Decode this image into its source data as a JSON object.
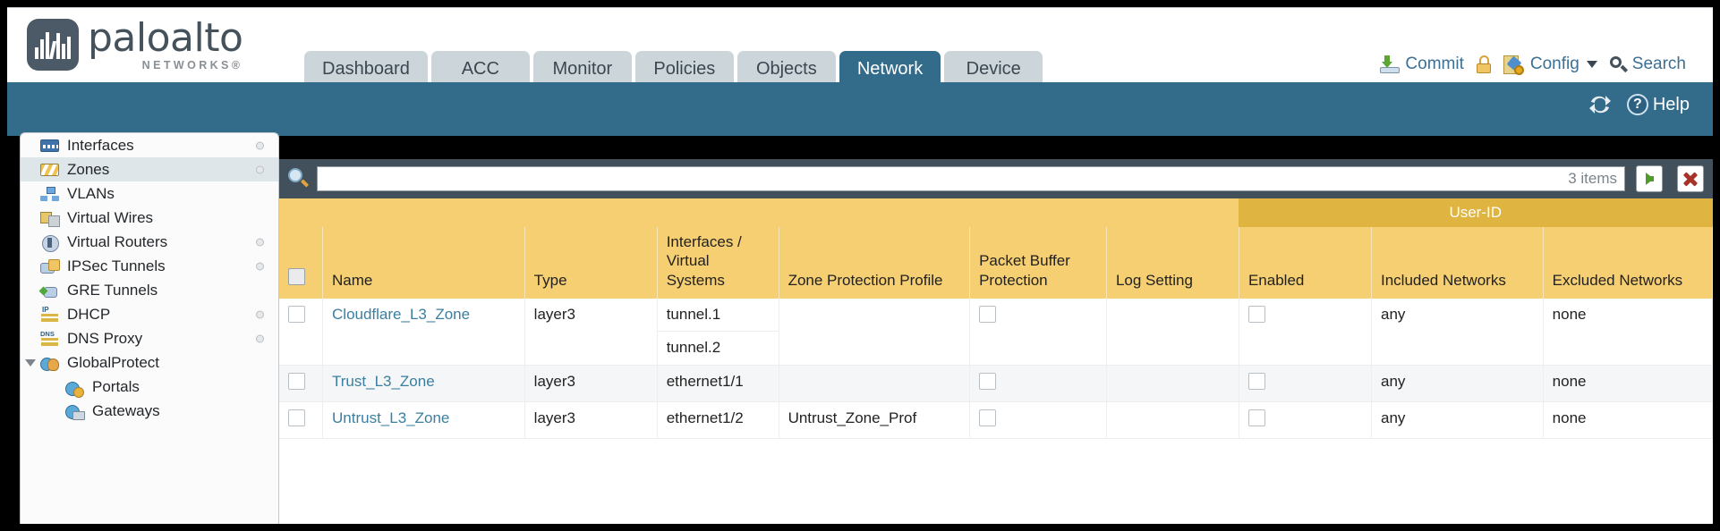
{
  "brand": {
    "name": "paloalto",
    "sub": "NETWORKS®"
  },
  "nav": {
    "tabs": [
      {
        "label": "Dashboard",
        "active": false
      },
      {
        "label": "ACC",
        "active": false
      },
      {
        "label": "Monitor",
        "active": false
      },
      {
        "label": "Policies",
        "active": false
      },
      {
        "label": "Objects",
        "active": false
      },
      {
        "label": "Network",
        "active": true
      },
      {
        "label": "Device",
        "active": false
      }
    ],
    "actions": {
      "commit": "Commit",
      "config": "Config",
      "search": "Search"
    }
  },
  "band": {
    "help": "Help"
  },
  "sidebar": {
    "items": [
      {
        "label": "Interfaces",
        "icon": "interfaces-icon",
        "selected": false,
        "dot": true,
        "indent": false,
        "expander": false
      },
      {
        "label": "Zones",
        "icon": "zones-icon",
        "selected": true,
        "dot": true,
        "indent": false,
        "expander": false
      },
      {
        "label": "VLANs",
        "icon": "vlans-icon",
        "selected": false,
        "dot": false,
        "indent": false,
        "expander": false
      },
      {
        "label": "Virtual Wires",
        "icon": "virtual-wires-icon",
        "selected": false,
        "dot": false,
        "indent": false,
        "expander": false
      },
      {
        "label": "Virtual Routers",
        "icon": "virtual-routers-icon",
        "selected": false,
        "dot": true,
        "indent": false,
        "expander": false
      },
      {
        "label": "IPSec Tunnels",
        "icon": "ipsec-tunnels-icon",
        "selected": false,
        "dot": true,
        "indent": false,
        "expander": false
      },
      {
        "label": "GRE Tunnels",
        "icon": "gre-tunnels-icon",
        "selected": false,
        "dot": false,
        "indent": false,
        "expander": false
      },
      {
        "label": "DHCP",
        "icon": "dhcp-icon",
        "selected": false,
        "dot": true,
        "indent": false,
        "expander": false
      },
      {
        "label": "DNS Proxy",
        "icon": "dns-proxy-icon",
        "selected": false,
        "dot": true,
        "indent": false,
        "expander": false
      },
      {
        "label": "GlobalProtect",
        "icon": "globalprotect-icon",
        "selected": false,
        "dot": false,
        "indent": false,
        "expander": true
      },
      {
        "label": "Portals",
        "icon": "portals-icon",
        "selected": false,
        "dot": false,
        "indent": true,
        "expander": false
      },
      {
        "label": "Gateways",
        "icon": "gateways-icon",
        "selected": false,
        "dot": false,
        "indent": true,
        "expander": false
      }
    ]
  },
  "search": {
    "value": "",
    "item_count": "3 items"
  },
  "table": {
    "group_header": "User-ID",
    "columns": [
      "Name",
      "Type",
      "Interfaces / Virtual Systems",
      "Zone Protection Profile",
      "Packet Buffer Protection",
      "Log Setting",
      "Enabled",
      "Included Networks",
      "Excluded Networks"
    ],
    "rows": [
      {
        "name": "Cloudflare_L3_Zone",
        "type": "layer3",
        "interfaces": [
          "tunnel.1",
          "tunnel.2"
        ],
        "zone_protection_profile": "",
        "packet_buffer_protection": false,
        "log_setting": "",
        "userid_enabled": false,
        "included_networks": "any",
        "excluded_networks": "none"
      },
      {
        "name": "Trust_L3_Zone",
        "type": "layer3",
        "interfaces": [
          "ethernet1/1"
        ],
        "zone_protection_profile": "",
        "packet_buffer_protection": false,
        "log_setting": "",
        "userid_enabled": false,
        "included_networks": "any",
        "excluded_networks": "none"
      },
      {
        "name": "Untrust_L3_Zone",
        "type": "layer3",
        "interfaces": [
          "ethernet1/2"
        ],
        "zone_protection_profile": "Untrust_Zone_Prof",
        "packet_buffer_protection": false,
        "log_setting": "",
        "userid_enabled": false,
        "included_networks": "any",
        "excluded_networks": "none"
      }
    ]
  },
  "colors": {
    "brand_blue": "#336b8b",
    "header_gold": "#f5cf72",
    "group_gold": "#e0b441",
    "link_teal": "#3b7fa0",
    "search_bar": "#41505a"
  }
}
